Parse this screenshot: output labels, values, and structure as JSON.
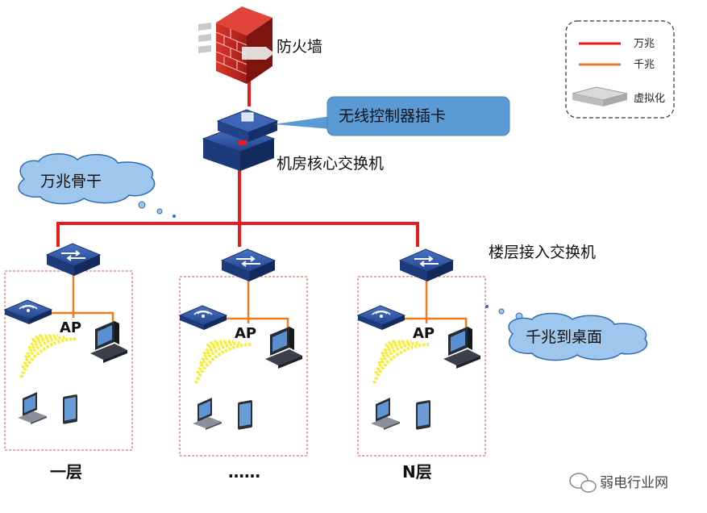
{
  "firewall": {
    "label": "防火墙"
  },
  "core_switch": {
    "label": "机房核心交换机"
  },
  "wireless_controller": {
    "label": "无线控制器插卡"
  },
  "backbone_bubble": {
    "label": "万兆骨干"
  },
  "access_switch_label": {
    "label": "楼层接入交换机"
  },
  "desktop_bubble": {
    "label": "千兆到桌面"
  },
  "floors": [
    {
      "label": "一层",
      "ap": "AP"
    },
    {
      "label": "……",
      "ap": "AP"
    },
    {
      "label": "N层",
      "ap": "AP"
    }
  ],
  "legend": {
    "items": [
      {
        "label": "万兆",
        "color": "#e81c1c"
      },
      {
        "label": "千兆",
        "color": "#f07a1e"
      },
      {
        "label": "虚拟化",
        "icon": "virtualization-icon"
      }
    ]
  },
  "watermark": {
    "label": "弱电行业网"
  },
  "colors": {
    "ten_gig": "#e81c1c",
    "gig": "#f07a1e",
    "device_blue": "#2b4e9a",
    "bubble_blue": "#5b9bd5",
    "wifi_yellow": "#f5ee2a",
    "floor_border": "#d9534f"
  }
}
